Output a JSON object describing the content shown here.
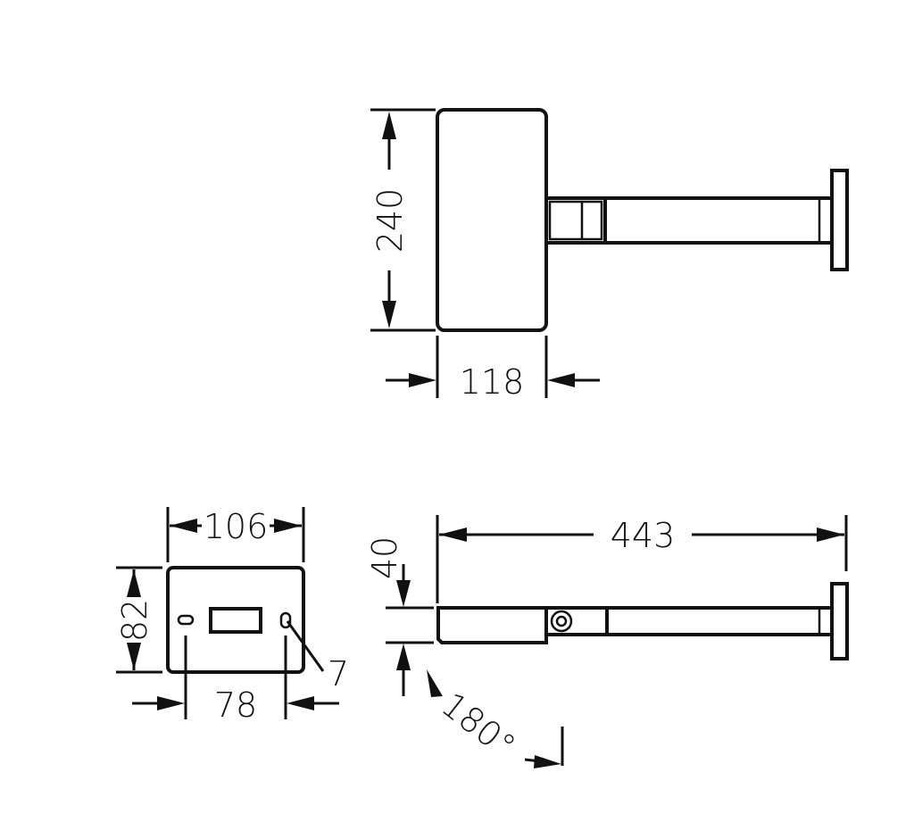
{
  "dimensions": {
    "height_top": "240",
    "width_top": "118",
    "plate_width": "106",
    "plate_height": "82",
    "hole_spacing": "78",
    "hole_diameter": "7",
    "projection": "443",
    "arm_height": "40",
    "rotation": "180°"
  },
  "colors": {
    "line": "#111111",
    "background": "#ffffff"
  }
}
